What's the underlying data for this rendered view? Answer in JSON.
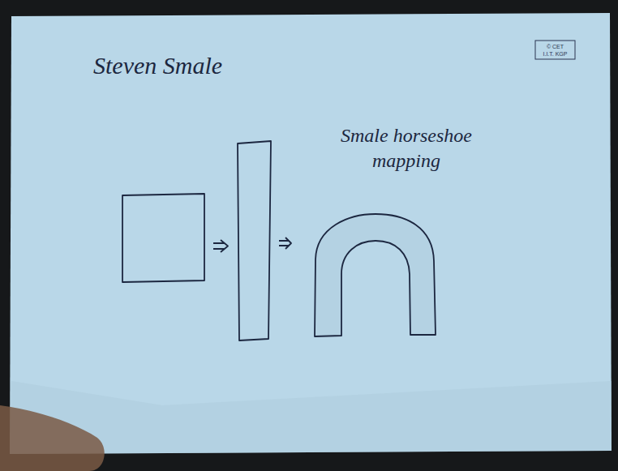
{
  "diagram": {
    "title": "Steven Smale",
    "labels": [
      "Smale horseshoe mapping",
      "© CET",
      "I.I.T. KGP"
    ]
  }
}
